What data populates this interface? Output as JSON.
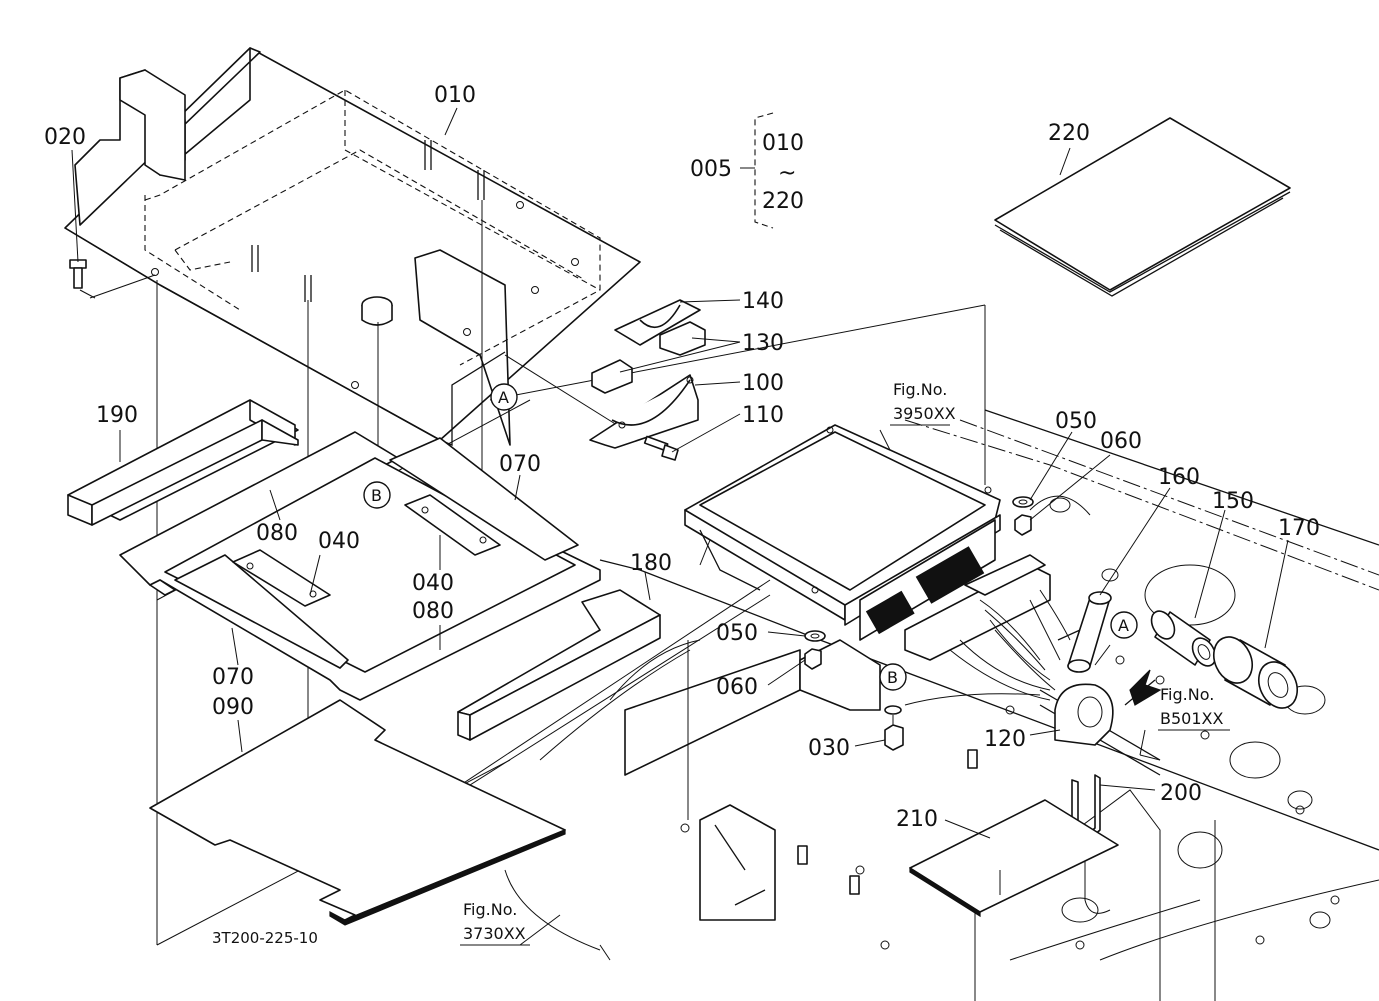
{
  "diagram_code": "3T200-225-10",
  "group": {
    "label": "005",
    "range_from": "010",
    "range_symbol": "~",
    "range_to": "220"
  },
  "callouts": {
    "p010": "010",
    "p020": "020",
    "p030": "030",
    "p040a": "040",
    "p040b": "040",
    "p050a": "050",
    "p050b": "050",
    "p060a": "060",
    "p060b": "060",
    "p070a": "070",
    "p070b": "070",
    "p080a": "080",
    "p080b": "080",
    "p090": "090",
    "p100": "100",
    "p110": "110",
    "p120": "120",
    "p130": "130",
    "p140": "140",
    "p150": "150",
    "p160": "160",
    "p170": "170",
    "p180": "180",
    "p190": "190",
    "p200": "200",
    "p210": "210",
    "p220": "220"
  },
  "markers": {
    "a1": "A",
    "a2": "A",
    "b1": "B",
    "b2": "B"
  },
  "fig_refs": {
    "ecu": {
      "title": "Fig.No.",
      "number": "3950XX"
    },
    "harness": {
      "title": "Fig.No.",
      "number": "B501XX"
    },
    "floor": {
      "title": "Fig.No.",
      "number": "3730XX"
    }
  }
}
